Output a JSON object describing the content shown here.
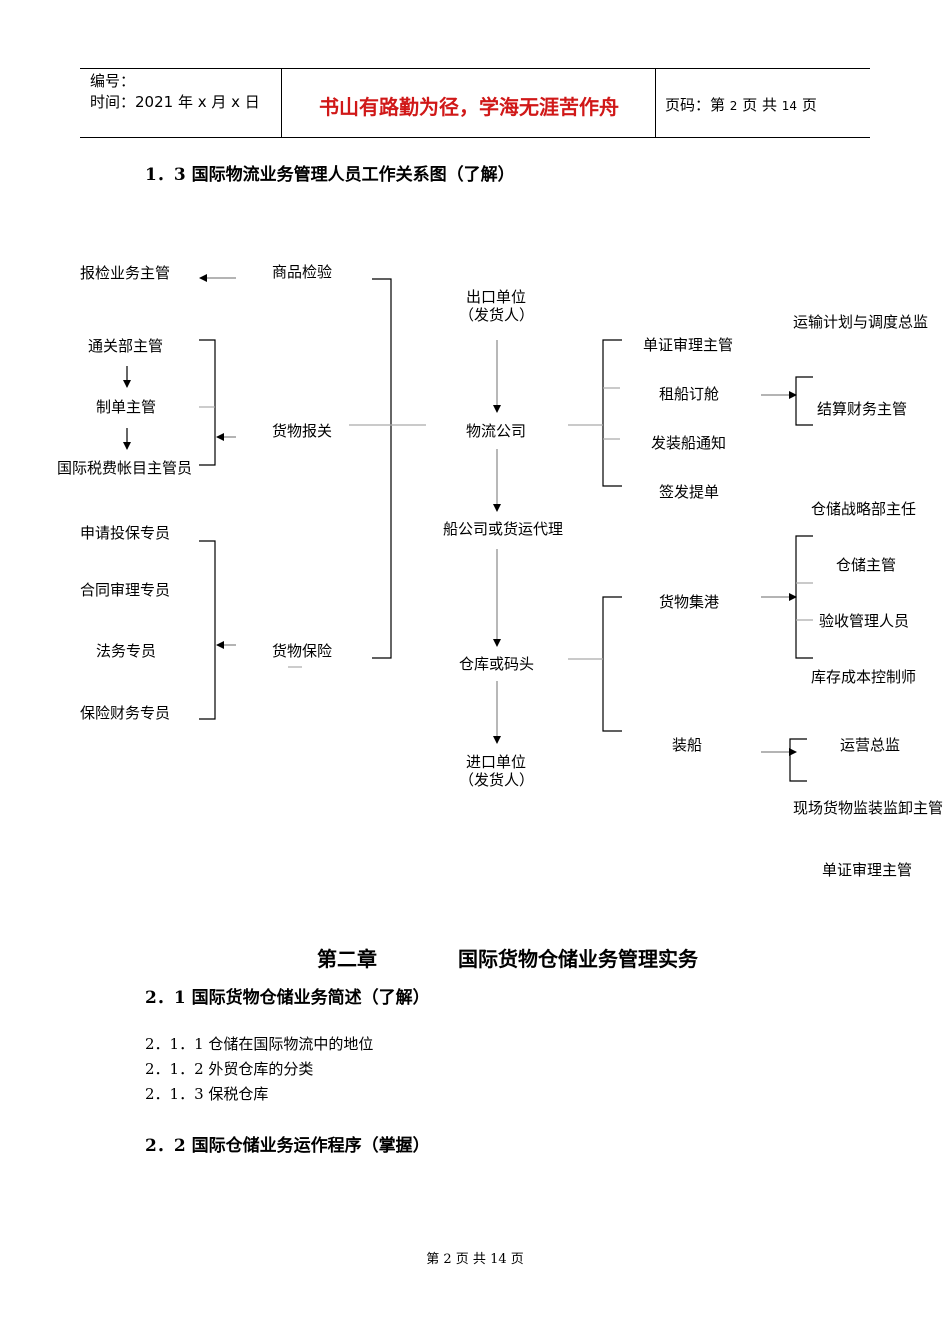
{
  "header": {
    "number_label": "编号：",
    "time_label": "时间：2021 年 x 月 x 日",
    "motto": "书山有路勤为径，学海无涯苦作舟",
    "page_prefix": "页码：第",
    "page_current": "2",
    "page_mid": "页  共",
    "page_total": "14",
    "page_suffix": "页"
  },
  "section_1_3": "1．3  国际物流业务管理人员工作关系图（了解）",
  "diagram": {
    "left": {
      "inspection_supervisor": "报检业务主管",
      "customs_dept_supervisor": "通关部主管",
      "document_supervisor": "制单主管",
      "tax_account_supervisor": "国际税费帐目主管员",
      "insurance_applicant": "申请投保专员",
      "contract_reviewer": "合同审理专员",
      "legal_specialist": "法务专员",
      "insurance_finance": "保险财务专员"
    },
    "middle_left": {
      "commodity_inspection": "商品检验",
      "customs_declaration": "货物报关",
      "cargo_insurance": "货物保险"
    },
    "center": {
      "exporter_line1": "出口单位",
      "exporter_line2": "（发货人）",
      "logistics_company": "物流公司",
      "shipping_agent": "船公司或货运代理",
      "warehouse_terminal": "仓库或码头",
      "importer_line1": "进口单位",
      "importer_line2": "（发货人）"
    },
    "middle_right": {
      "document_review": "单证审理主管",
      "charter_booking": "租船订舱",
      "shipping_notice": "发装船通知",
      "bill_issue": "签发提单",
      "cargo_consolidation": "货物集港",
      "loading": "装船"
    },
    "right": {
      "transport_director": "运输计划与调度总监",
      "settlement_finance": "结算财务主管",
      "warehouse_strategy": "仓储战略部主任",
      "warehouse_supervisor": "仓储主管",
      "acceptance_staff": "验收管理人员",
      "inventory_cost": "库存成本控制师",
      "operations_director": "运营总监",
      "site_supervisor": "现场货物监装监卸主管",
      "document_review_2": "单证审理主管"
    }
  },
  "chapter_2": {
    "label": "第二章",
    "title": "国际货物仓储业务管理实务"
  },
  "section_2_1": "2．1  国际货物仓储业务简述（了解）",
  "items_2_1": [
    "2．1．1 仓储在国际物流中的地位",
    "2．1．2 外贸仓库的分类",
    "2．1．3 保税仓库"
  ],
  "section_2_2": "2．2  国际仓储业务运作程序（掌握）",
  "footer": {
    "prefix": "第",
    "current": "2",
    "mid": "页  共",
    "total": "14",
    "suffix": "页"
  }
}
